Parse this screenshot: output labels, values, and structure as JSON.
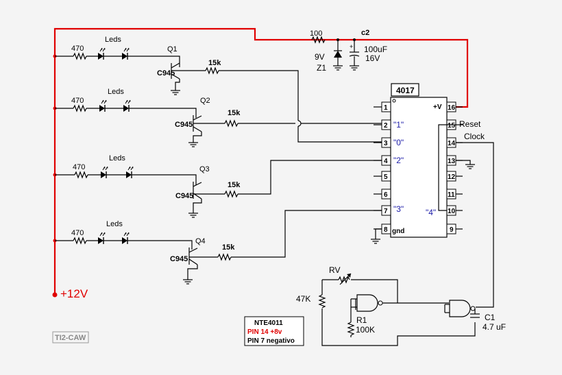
{
  "supply": {
    "label": "+12V"
  },
  "rows": [
    {
      "q": "Q1",
      "r": "470",
      "leds": "Leds",
      "tr": "C945",
      "rb": "15k"
    },
    {
      "q": "Q2",
      "r": "470",
      "leds": "Leds",
      "tr": "C945",
      "rb": "15k"
    },
    {
      "q": "Q3",
      "r": "470",
      "leds": "Leds",
      "tr": "C945",
      "rb": "15k"
    },
    {
      "q": "Q4",
      "r": "470",
      "leds": "Leds",
      "tr": "C945",
      "rb": "15k"
    }
  ],
  "top": {
    "r100": "100",
    "c2": "c2",
    "cap": "100uF",
    "capv": "16V",
    "zv": "9V",
    "z": "Z1"
  },
  "ic": {
    "name": "4017",
    "vplus": "+V",
    "gnd": "gnd",
    "reset": "Reset",
    "clock": "Clock",
    "pins_left": [
      "1",
      "2",
      "3",
      "4",
      "5",
      "6",
      "7",
      "8"
    ],
    "pins_right": [
      "16",
      "15",
      "14",
      "13",
      "12",
      "11",
      "10",
      "9"
    ],
    "q1": "\"1\"",
    "q0": "\"0\"",
    "q2": "\"2\"",
    "q3": "\"3\"",
    "q4": "\"4\""
  },
  "osc": {
    "rv": "RV",
    "r47": "47K",
    "r1": "R1",
    "r1v": "100K",
    "c1": "C1",
    "c1v": "4.7 uF"
  },
  "note": {
    "l1": "NTE4011",
    "l2": "PIN 14  +8v",
    "l3": "PIN 7 negativo"
  },
  "badge": "TI2-CAW",
  "colors": {
    "supply": "#e00000",
    "ic_text": "#1a1aa8"
  }
}
